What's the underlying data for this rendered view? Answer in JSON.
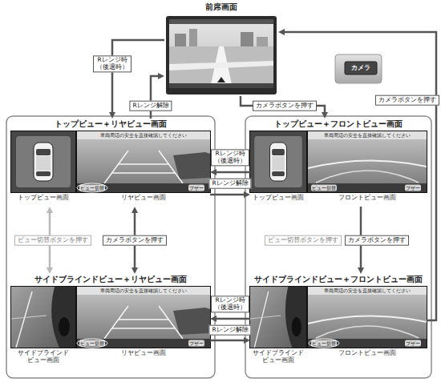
{
  "diagram": {
    "nodes": [
      {
        "text": [
          "前席画面"
        ]
      },
      {
        "text": [
          "トップビュー＋リヤビュー画面",
          "トップビュー画面",
          "リヤビュー画面"
        ]
      },
      {
        "text": [
          "トップビュー＋フロントビュー画面",
          "トップビュー画面",
          "フロントビュー画面"
        ]
      },
      {
        "text": [
          "サイドブラインドビュー＋リヤビュー画面",
          "サイドブラインド ビュー画面",
          "リヤビュー画面"
        ]
      },
      {
        "text": [
          "サイドブラインドビュー＋フロントビュー画面",
          "サイドブラインド ビュー画面",
          "フロントビュー画面"
        ]
      }
    ],
    "edges": [
      {
        "from": 0,
        "to": 1,
        "label": "Rレンジ時 （後退時）",
        "arrow": "to"
      },
      {
        "from": 1,
        "to": 0,
        "label": "Rレンジ解除",
        "arrow": "to"
      },
      {
        "from": 0,
        "to": 2,
        "label": "カメラボタンを押す",
        "arrow": "to"
      },
      {
        "from": 4,
        "to": 0,
        "label": "カメラボタンを押す",
        "arrow": "to"
      },
      {
        "from": 2,
        "to": 1,
        "label": "Rレンジ時 （後退時）",
        "arrow": "to"
      },
      {
        "from": 1,
        "to": 2,
        "label": "Rレンジ解除",
        "arrow": "to"
      },
      {
        "from": 1,
        "to": 3,
        "label": "ビュー切替ボタンを押す",
        "arrow": "both"
      },
      {
        "from": 1,
        "to": 3,
        "label": "カメラボタンを押す",
        "arrow": "both"
      },
      {
        "from": 2,
        "to": 4,
        "label": "カメラボタンを押す",
        "arrow": "to"
      },
      {
        "from": 4,
        "to": 3,
        "label": "Rレンジ時 （後退時）",
        "arrow": "to"
      },
      {
        "from": 3,
        "to": 4,
        "label": "Rレンジ解除",
        "arrow": "to"
      }
    ],
    "labels": [
      "カメラ",
      "車両周辺の安全を直接確認してください",
      "ビュー切替",
      "ブザー",
      "車両周辺の安全を直接確認してください",
      "ビュー切替",
      "ブザー",
      "ビュー切替ボタンを押す",
      "車両周辺の安全を直接確認してください",
      "ビュー切替",
      "ブザー",
      "車両周辺の安全を直接確認してください",
      "ビュー切替",
      "ブザー"
    ]
  }
}
